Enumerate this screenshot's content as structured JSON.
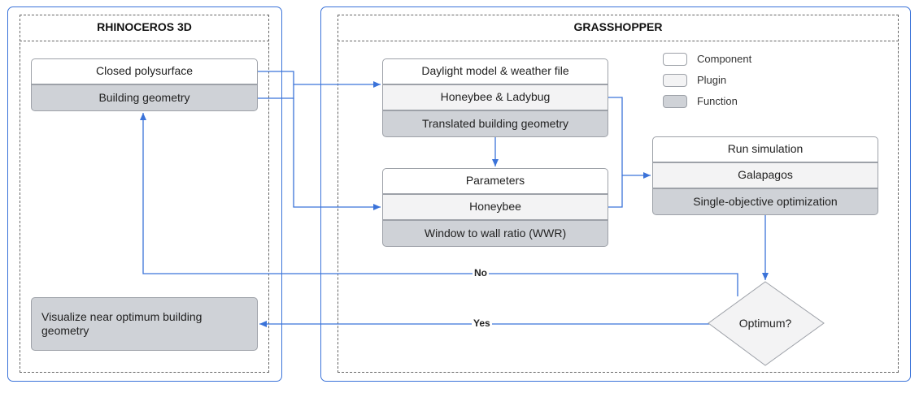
{
  "sections": {
    "rhino": {
      "title": "RHINOCEROS 3D"
    },
    "grasshopper": {
      "title": "GRASSHOPPER"
    }
  },
  "legend": [
    {
      "label": "Component",
      "kind": "component"
    },
    {
      "label": "Plugin",
      "kind": "plugin"
    },
    {
      "label": "Function",
      "kind": "function"
    }
  ],
  "nodes": {
    "rhino_input": {
      "component": "Closed polysurface",
      "function": "Building geometry"
    },
    "daylight": {
      "component": "Daylight model & weather file",
      "plugin": "Honeybee & Ladybug",
      "function": "Translated building geometry"
    },
    "params": {
      "component": "Parameters",
      "plugin": "Honeybee",
      "function": "Window to wall ratio (WWR)"
    },
    "simulation": {
      "component": "Run simulation",
      "plugin": "Galapagos",
      "function": "Single-objective optimization"
    },
    "decision": {
      "label": "Optimum?"
    },
    "output": {
      "function": "Visualize near optimum building geometry"
    }
  },
  "edges": {
    "no_label": "No",
    "yes_label": "Yes"
  },
  "colors": {
    "accent": "#3b73d9",
    "component_fill": "#ffffff",
    "plugin_fill": "#f3f3f4",
    "function_fill": "#cfd2d7",
    "box_border": "#9da1a8"
  }
}
